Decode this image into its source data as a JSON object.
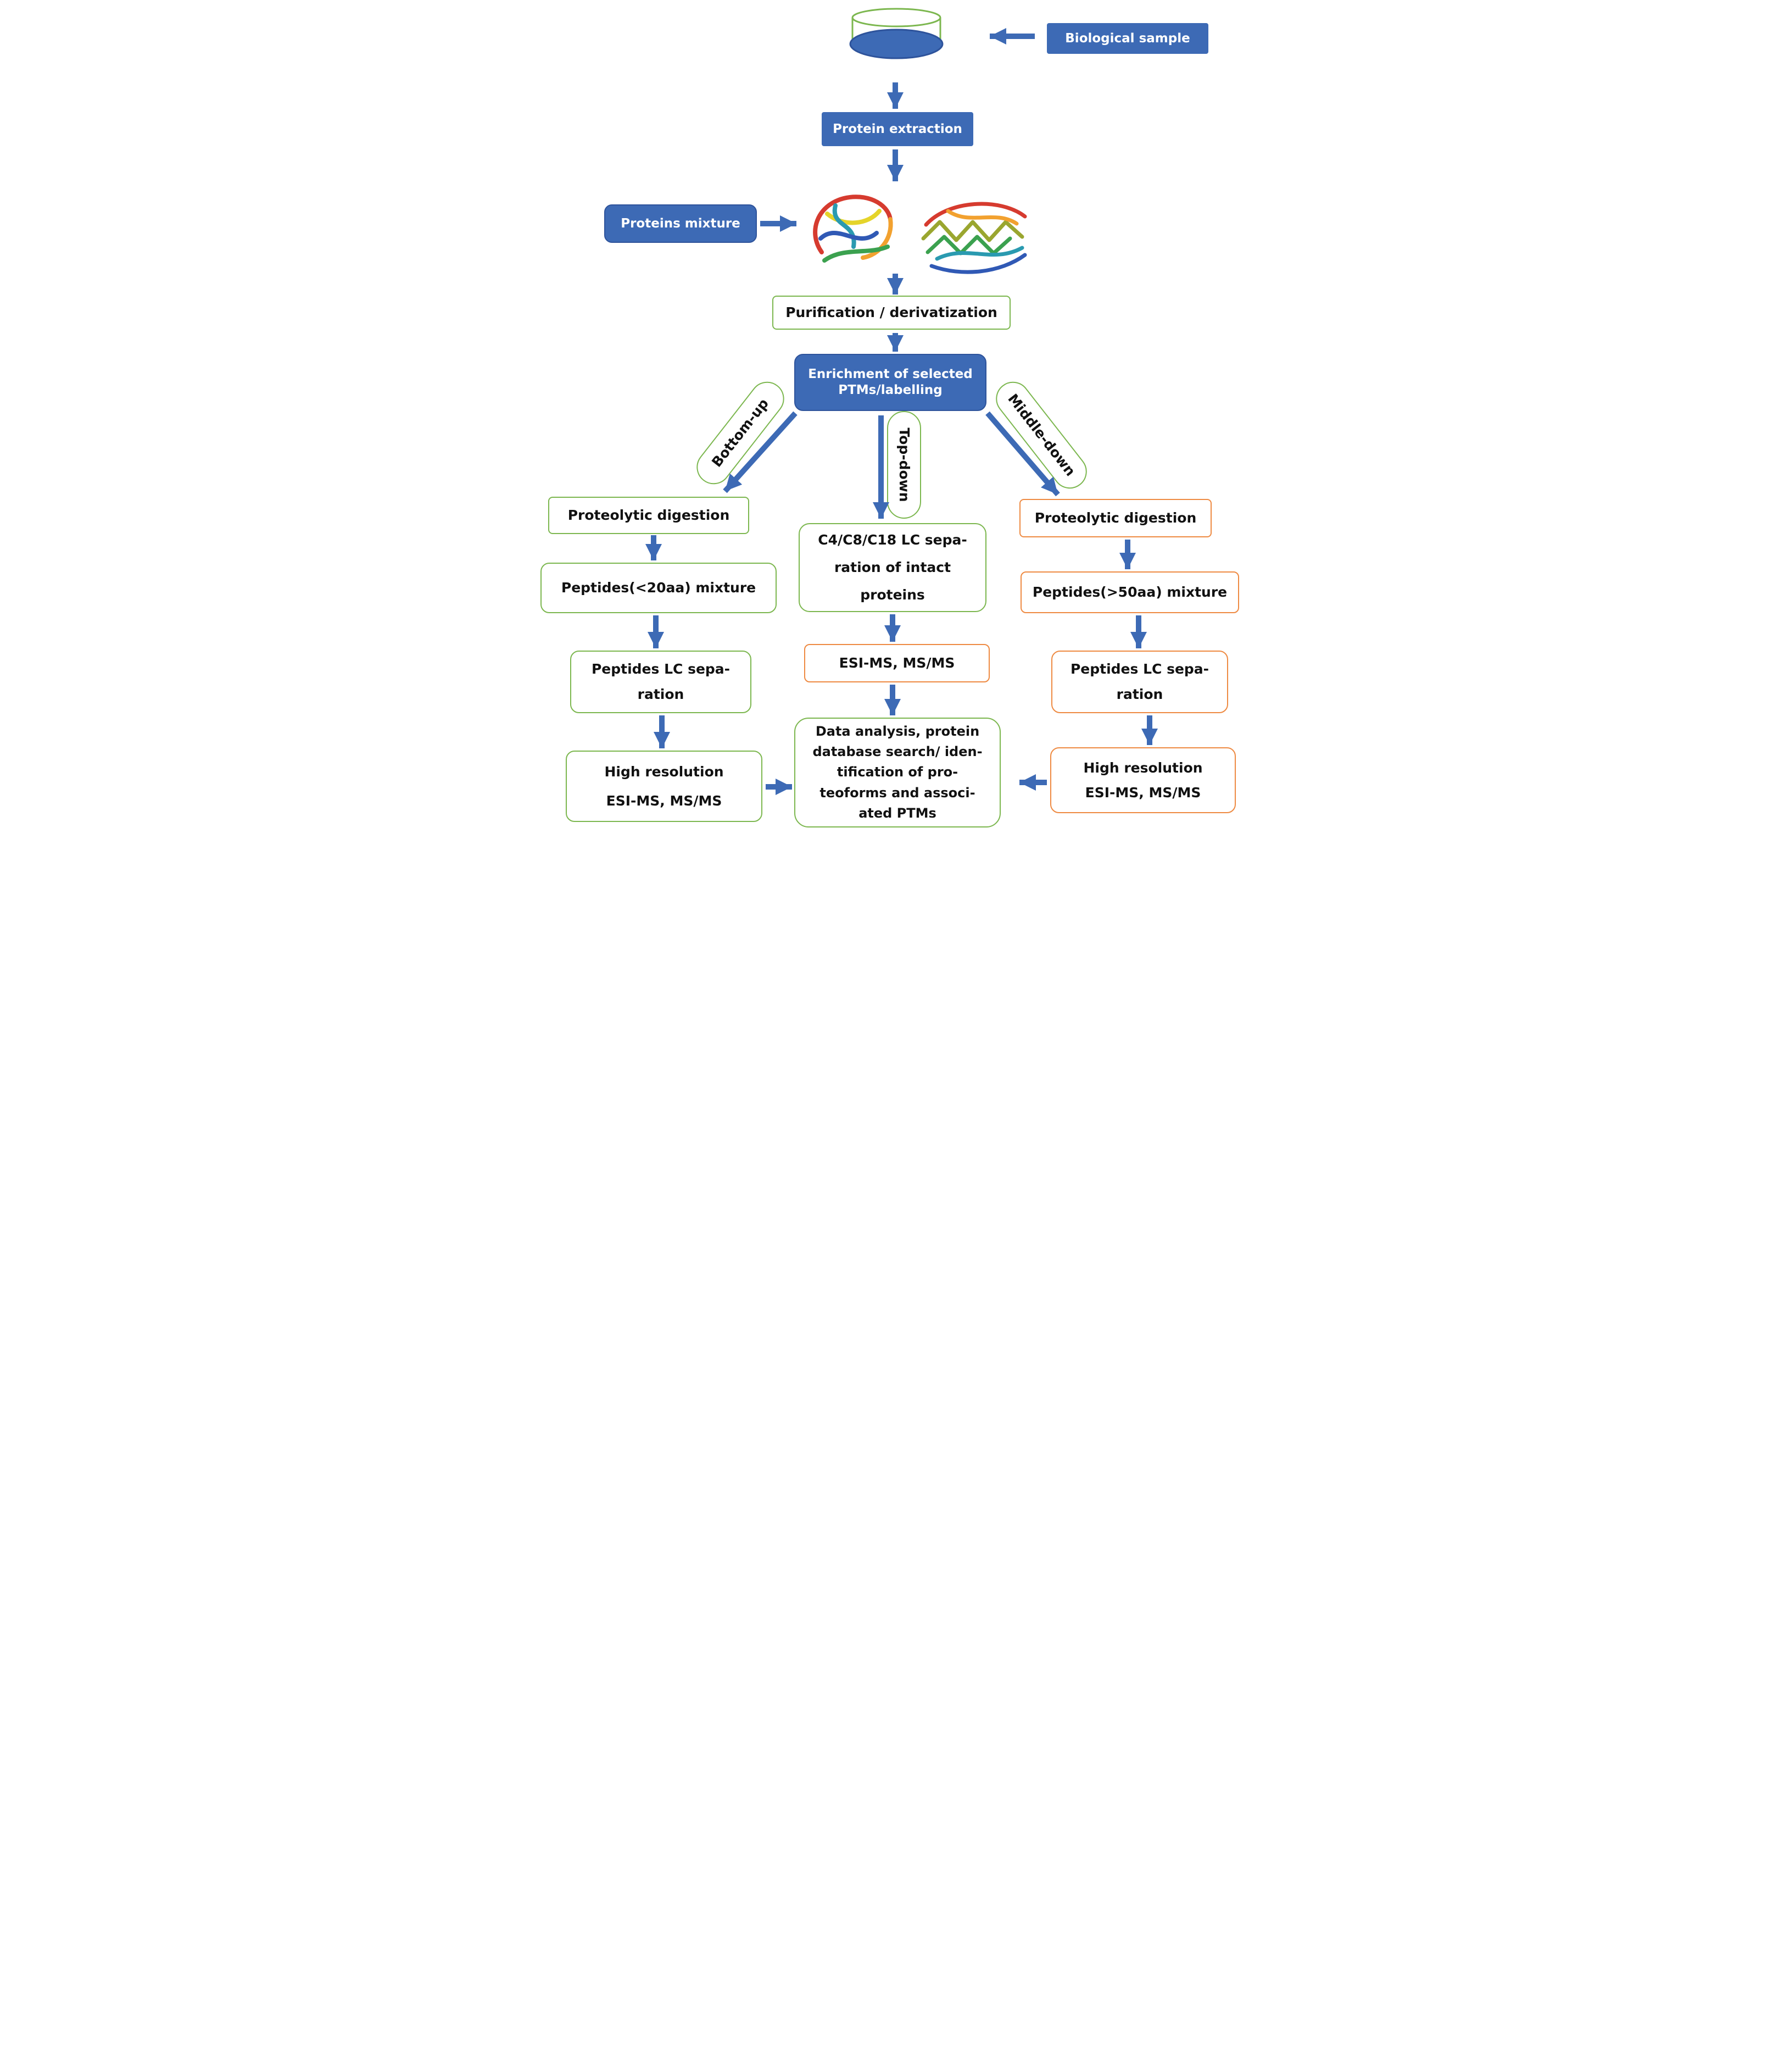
{
  "colors": {
    "node_blue": "#3d6ab5",
    "arrow_blue": "#3d6ab5",
    "green_border": "#7cb74f",
    "orange_border": "#ee8a42",
    "text_dark": "#111111"
  },
  "top": {
    "biological_sample": "Biological sample",
    "protein_extraction": "Protein extraction",
    "proteins_mixture": "Proteins mixture",
    "purification": "Purification / derivatization",
    "enrichment": [
      "Enrichment of selected",
      "PTMs/labelling"
    ]
  },
  "branches": {
    "bottom_up": "Bottom-up",
    "top_down": "Top-down",
    "middle_down": "Middle-down"
  },
  "left_column": {
    "proteolytic_digestion": "Proteolytic digestion",
    "peptides_mixture": "Peptides(<20aa) mixture",
    "lc_separation": [
      "Peptides LC sepa-",
      "ration"
    ],
    "high_resolution": [
      "High resolution",
      "ESI-MS, MS/MS"
    ]
  },
  "middle_column": {
    "lc_separation_intact": [
      "C4/C8/C18 LC sepa-",
      "ration of intact",
      "proteins"
    ],
    "esi_ms": "ESI-MS, MS/MS",
    "data_analysis": [
      "Data analysis, protein",
      "database search/ iden-",
      "tification of pro-",
      "teoforms and associ-",
      "ated PTMs"
    ]
  },
  "right_column": {
    "proteolytic_digestion": "Proteolytic digestion",
    "peptides_mixture": "Peptides(>50aa) mixture",
    "lc_separation": [
      "Peptides LC sepa-",
      "ration"
    ],
    "high_resolution": [
      "High resolution",
      "ESI-MS, MS/MS"
    ]
  }
}
